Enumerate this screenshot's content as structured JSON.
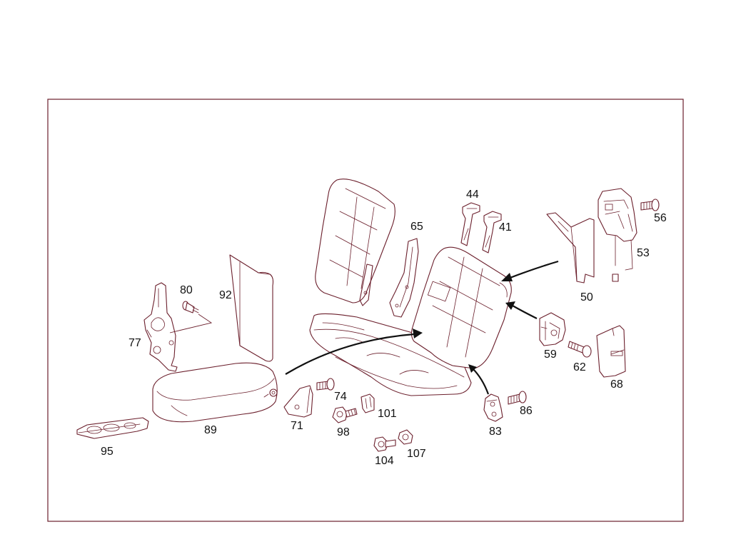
{
  "colors": {
    "line": "#6b1f2c",
    "text": "#111111",
    "background": "#ffffff"
  },
  "callouts": {
    "p41": "41",
    "p44": "44",
    "p50": "50",
    "p53": "53",
    "p56": "56",
    "p59": "59",
    "p62": "62",
    "p65": "65",
    "p68": "68",
    "p71": "71",
    "p74": "74",
    "p77": "77",
    "p80": "80",
    "p83": "83",
    "p86": "86",
    "p89": "89",
    "p92": "92",
    "p95": "95",
    "p98": "98",
    "p101": "101",
    "p104": "104",
    "p107": "107"
  }
}
